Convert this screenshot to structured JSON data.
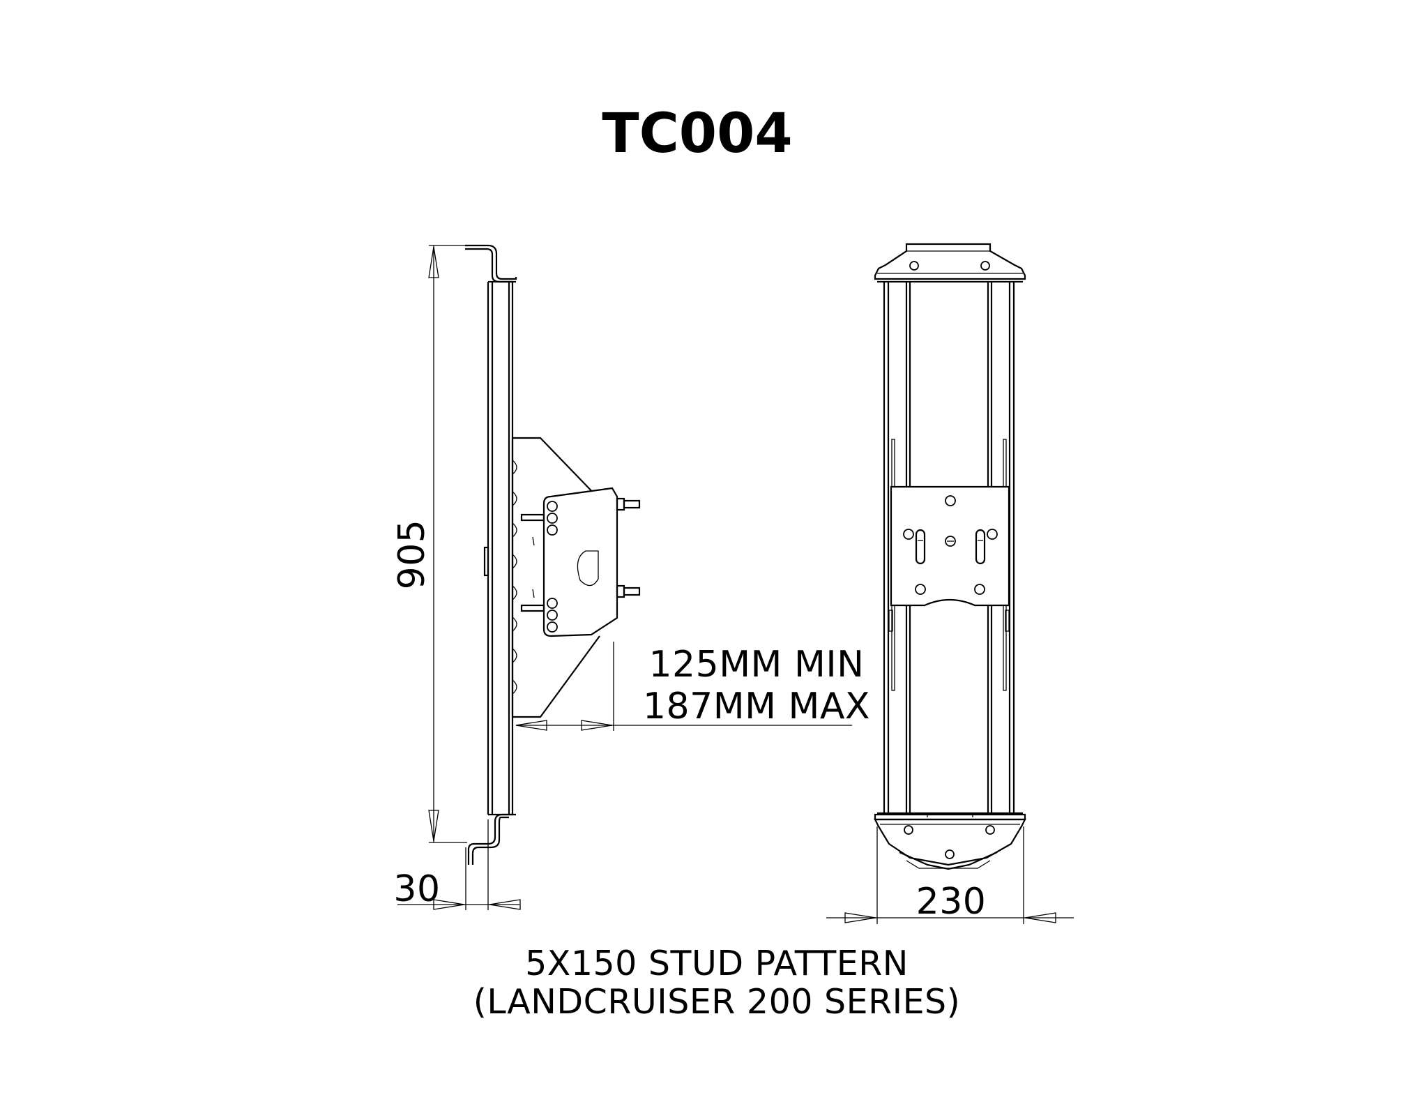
{
  "drawing": {
    "title": "TC004",
    "dimensions": {
      "height": "905",
      "offset": "30",
      "width": "230",
      "adjust_min": "125MM MIN",
      "adjust_max": "187MM MAX"
    },
    "note": {
      "line1": "5X150 STUD PATTERN",
      "line2": "(LANDCRUISER 200 SERIES)"
    }
  }
}
